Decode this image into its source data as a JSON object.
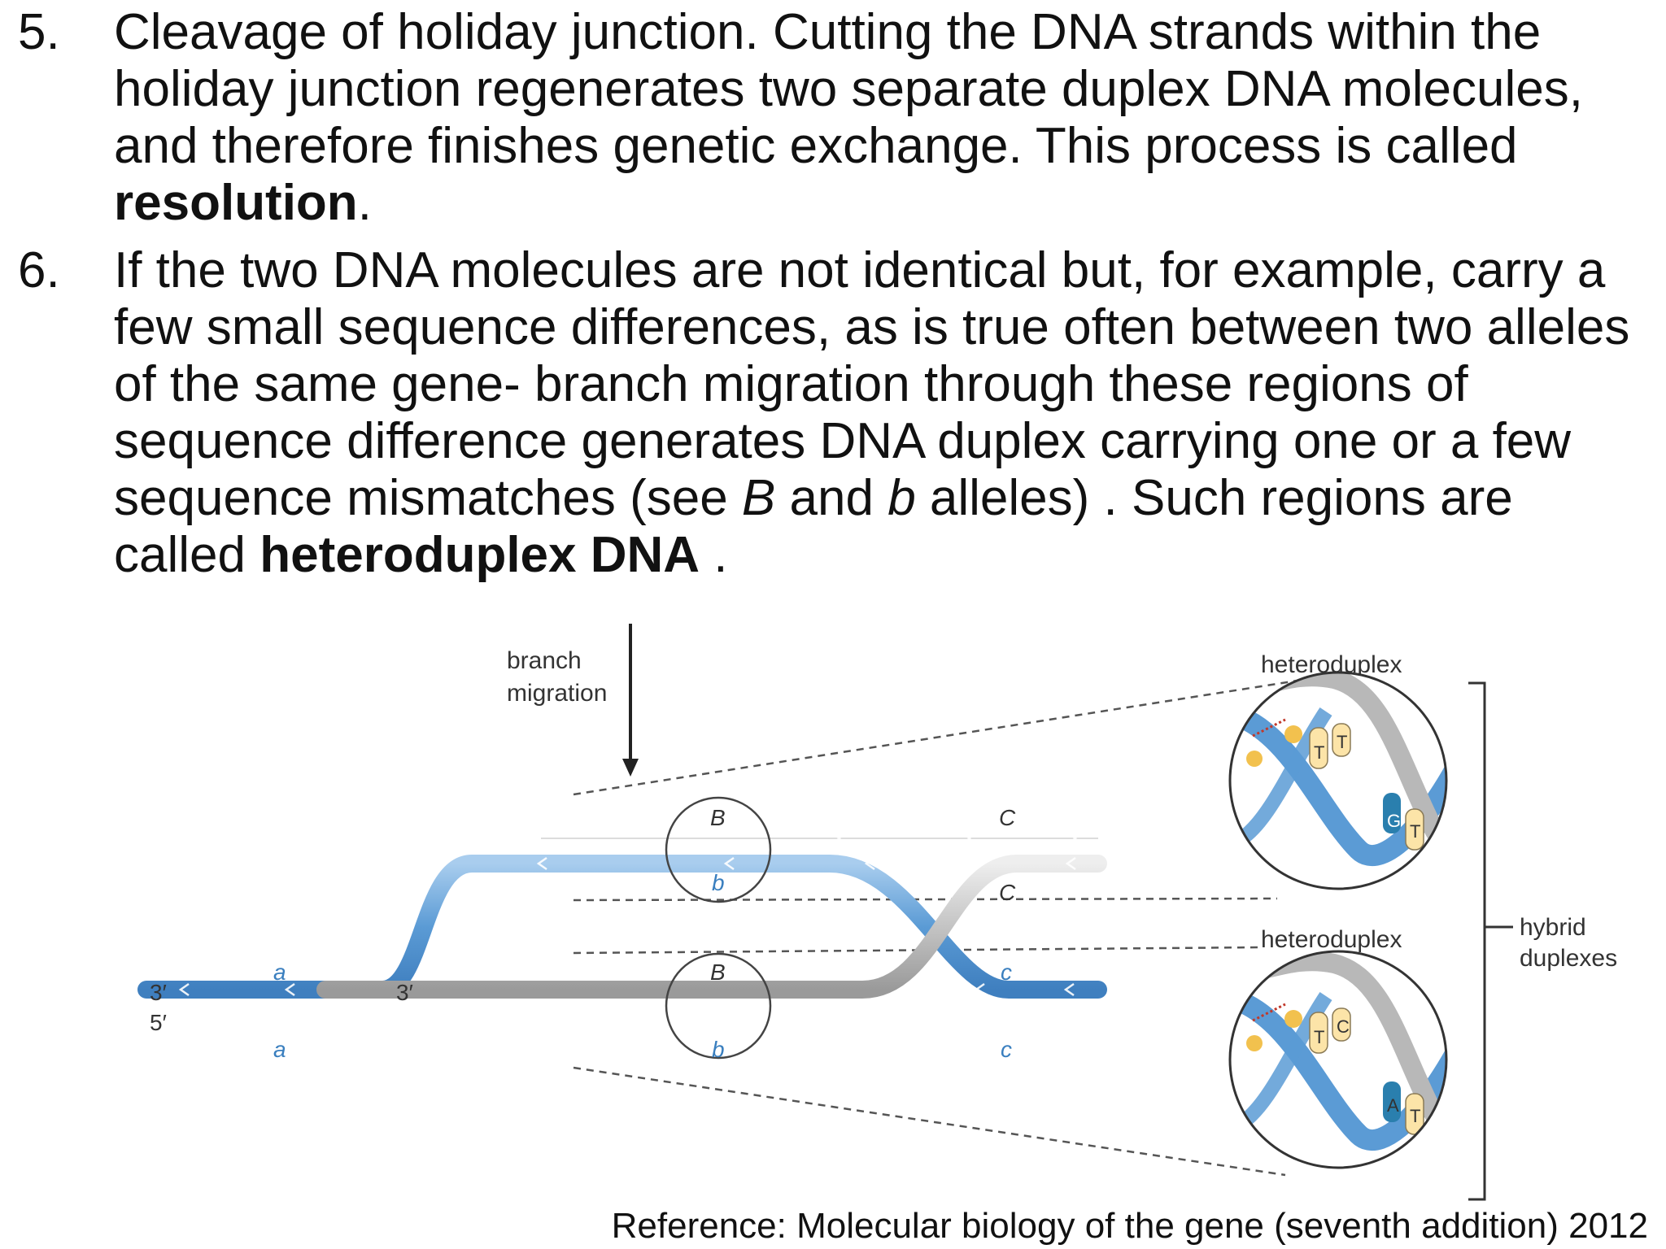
{
  "points": [
    {
      "number": "5.",
      "text_1": "Cleavage of holiday junction. Cutting the DNA strands within the holiday junction regenerates two separate duplex DNA molecules, and therefore finishes genetic exchange. This process is called ",
      "bold_1": "resolution",
      "text_2": "."
    },
    {
      "number": "6.",
      "text_1": "If the two DNA molecules are not identical but, for example, carry a few small sequence differences, as is true often between two alleles of the same gene- branch migration through these regions of sequence difference generates DNA duplex carrying one or a few sequence mismatches (see ",
      "italic_1": "B",
      "text_2": " and ",
      "italic_2": "b",
      "text_3": " alleles) . Such regions are called ",
      "bold_1": "heteroduplex DNA",
      "text_4": " ."
    }
  ],
  "figure": {
    "branch_migration_line1": "branch",
    "branch_migration_line2": "migration",
    "heteroduplex_top": "heteroduplex",
    "heteroduplex_bottom": "heteroduplex",
    "hybrid_line1": "hybrid",
    "hybrid_line2": "duplexes",
    "end_3prime": "3′",
    "end_5prime": "5′",
    "inner_3prime": "3′",
    "allele_a_top": "a",
    "allele_a_bottom": "a",
    "allele_B_top": "B",
    "allele_b_top": "b",
    "allele_B_bottom": "B",
    "allele_b_bottom": "b",
    "allele_C_top": "C",
    "allele_C_mid": "C",
    "allele_c_mid": "c",
    "allele_c_bottom": "c",
    "base_top_1": "T",
    "base_top_2": "T",
    "base_top_3": "G",
    "base_top_4": "T",
    "base_bot_1": "T",
    "base_bot_2": "C",
    "base_bot_3": "A",
    "base_bot_4": "T",
    "colors": {
      "blue_strand": "#5b9bd5",
      "gray_strand": "#c8c8c8",
      "dark_blue": "#2a7fae",
      "base_yellow": "#fce4a8"
    }
  },
  "reference": "Reference: Molecular biology of the gene (seventh addition) 2012"
}
